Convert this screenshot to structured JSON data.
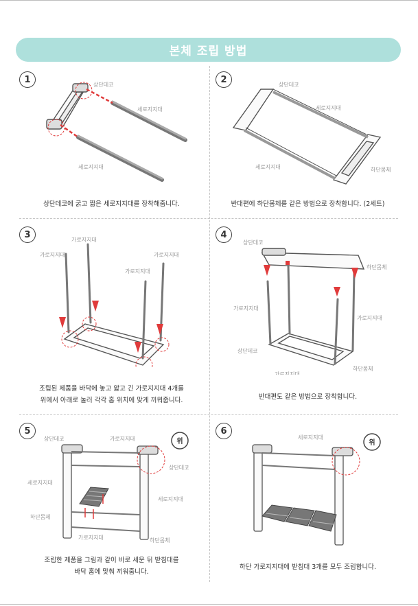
{
  "title": "본체 조립 방법",
  "steps": [
    {
      "number": "1",
      "caption": "상단데코에 굵고 짧은 세로지지대를 장착해줍니다.",
      "labels": {
        "top_deco": "상단데코",
        "vertical_support": "세로지지대"
      }
    },
    {
      "number": "2",
      "caption": "반대편에 하단몸체를 같은 방법으로 장착합니다. (2세트)",
      "labels": {
        "top_deco": "상단데코",
        "vertical_support": "세로지지대",
        "bottom_body": "하단몸체"
      }
    },
    {
      "number": "3",
      "caption_lines": [
        "조립된 제품을 바닥에 놓고 얇고 긴 가로지지대 4개를",
        "위에서 아래로 눌러 각각 홈 위치에 맞게 끼워줍니다."
      ],
      "labels": {
        "horizontal_support": "가로지지대"
      }
    },
    {
      "number": "4",
      "caption": "반대편도 같은 방법으로 장착합니다.",
      "labels": {
        "top_deco": "상단데코",
        "bottom_body": "하단몸체",
        "horizontal_support": "가로지지대"
      }
    },
    {
      "number": "5",
      "caption_lines": [
        "조립한 제품을 그림과 같이 바로 세운 뒤 받침대를",
        "바닥 홈에 맞춰 끼워줍니다."
      ],
      "labels": {
        "top_deco": "상단데코",
        "horizontal_support": "가로지지대",
        "vertical_support": "세로지지대",
        "bottom_body": "하단몸체",
        "up_badge": "위"
      }
    },
    {
      "number": "6",
      "caption": "하단 가로지지대에 받침대 3개를 모두 조립합니다.",
      "labels": {
        "vertical_support": "세로지지대",
        "up_badge": "위"
      }
    }
  ],
  "colors": {
    "banner": "#aee0dc",
    "highlight": "#e03b3b",
    "line": "#555555",
    "rod": "#8a8a8a",
    "label": "#9a9a9a"
  }
}
